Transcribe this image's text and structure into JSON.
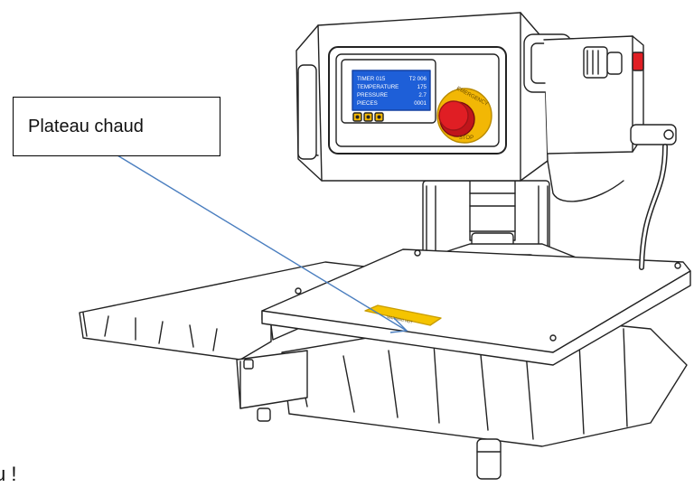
{
  "callout": {
    "label": "Plateau chaud"
  },
  "bottom_text": "u !",
  "display": {
    "lines": [
      {
        "label": "TIMER 015",
        "value": "T2  006"
      },
      {
        "label": "TEMPERATURE",
        "value": "175"
      },
      {
        "label": "PRESSURE",
        "value": "2.7"
      },
      {
        "label": "PIECES",
        "value": "0001"
      }
    ]
  },
  "emergency_button": {
    "label_top": "EMERGENCY",
    "label_bottom": "STOP"
  },
  "warning_sticker": {
    "text": "WARNING  HOT"
  },
  "colors": {
    "arrow": "#4a7ebf",
    "lcd": "#1e5fd8",
    "emergency_red": "#e01e24",
    "emergency_yellow": "#f2b705",
    "sticker": "#f5c400"
  }
}
